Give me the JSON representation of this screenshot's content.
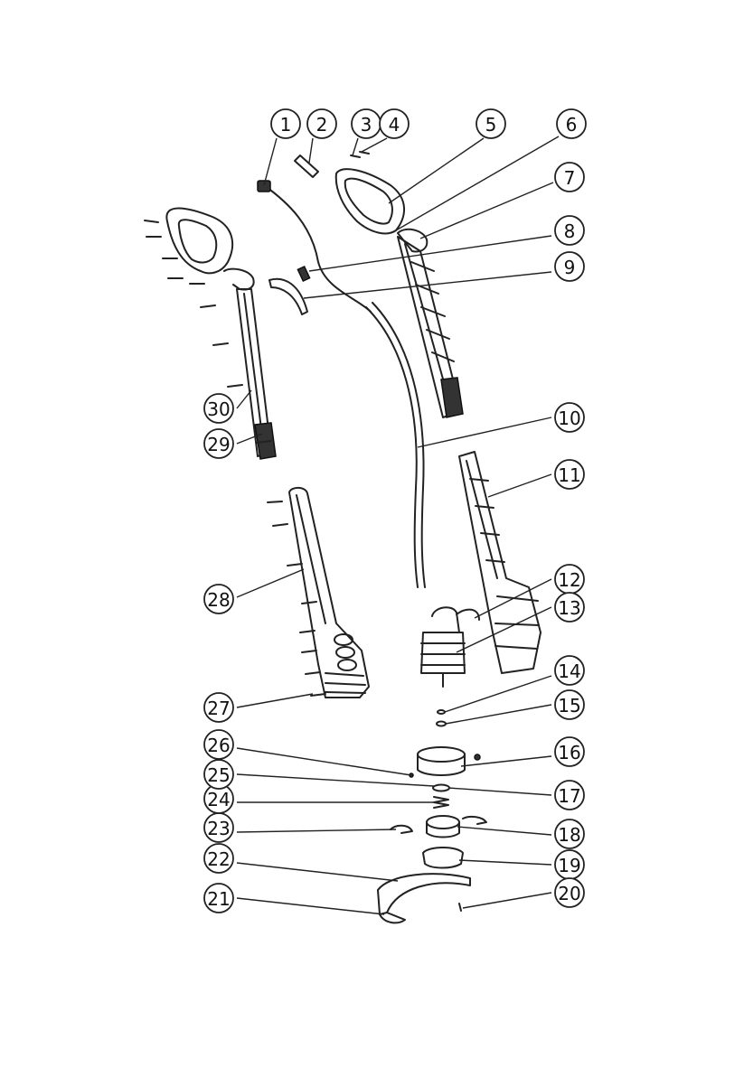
{
  "labels": [
    {
      "id": 1,
      "text": "1"
    },
    {
      "id": 2,
      "text": "2"
    },
    {
      "id": 3,
      "text": "3"
    },
    {
      "id": 4,
      "text": "4"
    },
    {
      "id": 5,
      "text": "5"
    },
    {
      "id": 6,
      "text": "6"
    },
    {
      "id": 7,
      "text": "7"
    },
    {
      "id": 8,
      "text": "8"
    },
    {
      "id": 9,
      "text": "9"
    },
    {
      "id": 10,
      "text": "10"
    },
    {
      "id": 11,
      "text": "11"
    },
    {
      "id": 12,
      "text": "12"
    },
    {
      "id": 13,
      "text": "13"
    },
    {
      "id": 14,
      "text": "14"
    },
    {
      "id": 15,
      "text": "15"
    },
    {
      "id": 16,
      "text": "16"
    },
    {
      "id": 17,
      "text": "17"
    },
    {
      "id": 18,
      "text": "18"
    },
    {
      "id": 19,
      "text": "19"
    },
    {
      "id": 20,
      "text": "20"
    },
    {
      "id": 21,
      "text": "21"
    },
    {
      "id": 22,
      "text": "22"
    },
    {
      "id": 23,
      "text": "23"
    },
    {
      "id": 24,
      "text": "24"
    },
    {
      "id": 25,
      "text": "25"
    },
    {
      "id": 26,
      "text": "26"
    },
    {
      "id": 27,
      "text": "27"
    },
    {
      "id": 28,
      "text": "28"
    },
    {
      "id": 29,
      "text": "29"
    },
    {
      "id": 30,
      "text": "30"
    }
  ]
}
